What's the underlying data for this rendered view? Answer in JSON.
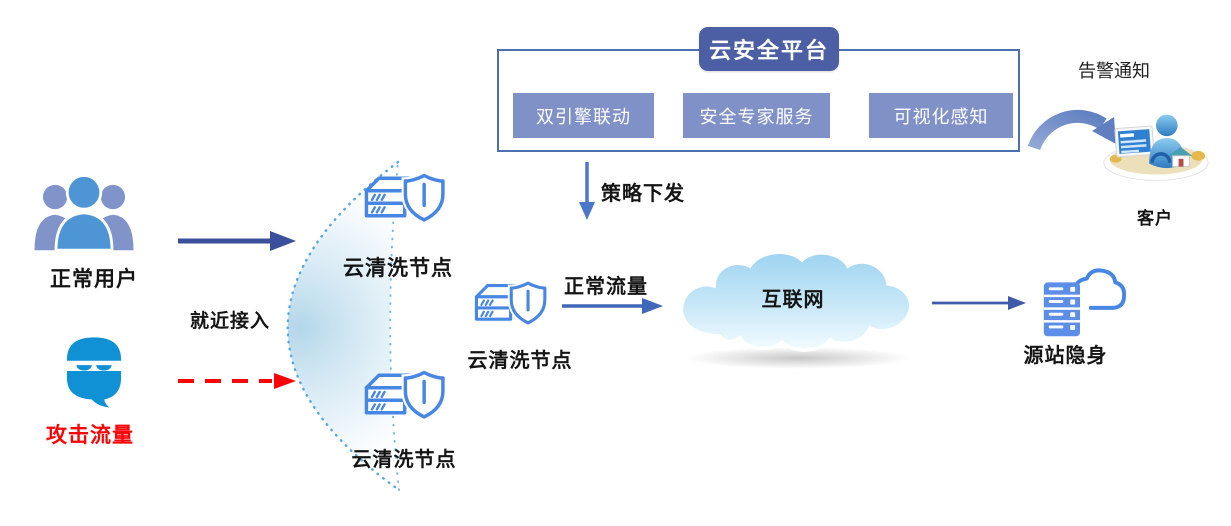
{
  "platform": {
    "title": "云安全平台",
    "modules": [
      {
        "label": "双引擎联动"
      },
      {
        "label": "安全专家服务"
      },
      {
        "label": "可视化感知"
      }
    ]
  },
  "left": {
    "normal_users_label": "正常用户",
    "attack_traffic_label": "攻击流量",
    "nearby_access_label": "就近接入"
  },
  "nodes": [
    {
      "label": "云清洗节点"
    },
    {
      "label": "云清洗节点"
    },
    {
      "label": "云清洗节点"
    }
  ],
  "flows": {
    "policy_dispatch": "策略下发",
    "normal_traffic": "正常流量",
    "alert_notice": "告警通知"
  },
  "internet_label": "互联网",
  "origin_label": "源站隐身",
  "customer_label": "客户",
  "icons": {
    "users_group": "users-group-icon",
    "hacker": "hacker-mask-icon",
    "cleaning_node": "server-shield-icon",
    "internet_cloud": "cloud-icon",
    "origin_server": "server-cloud-icon",
    "customer": "customer-desk-icon"
  },
  "colors": {
    "platform_title_bg": "#4d5fa4",
    "module_bg": "#8091c8",
    "container_border": "#4c6fb0",
    "dark_arrow": "#3b4f9b",
    "blue_arrow": "#4374c8",
    "attack_red": "#f90507",
    "icon_stroke_blue": "#4787e3",
    "hacker_blue": "#1090d5",
    "cloud_fill_top": "#9ed3f0",
    "crescent_dot_blue": "#58a6e4"
  }
}
